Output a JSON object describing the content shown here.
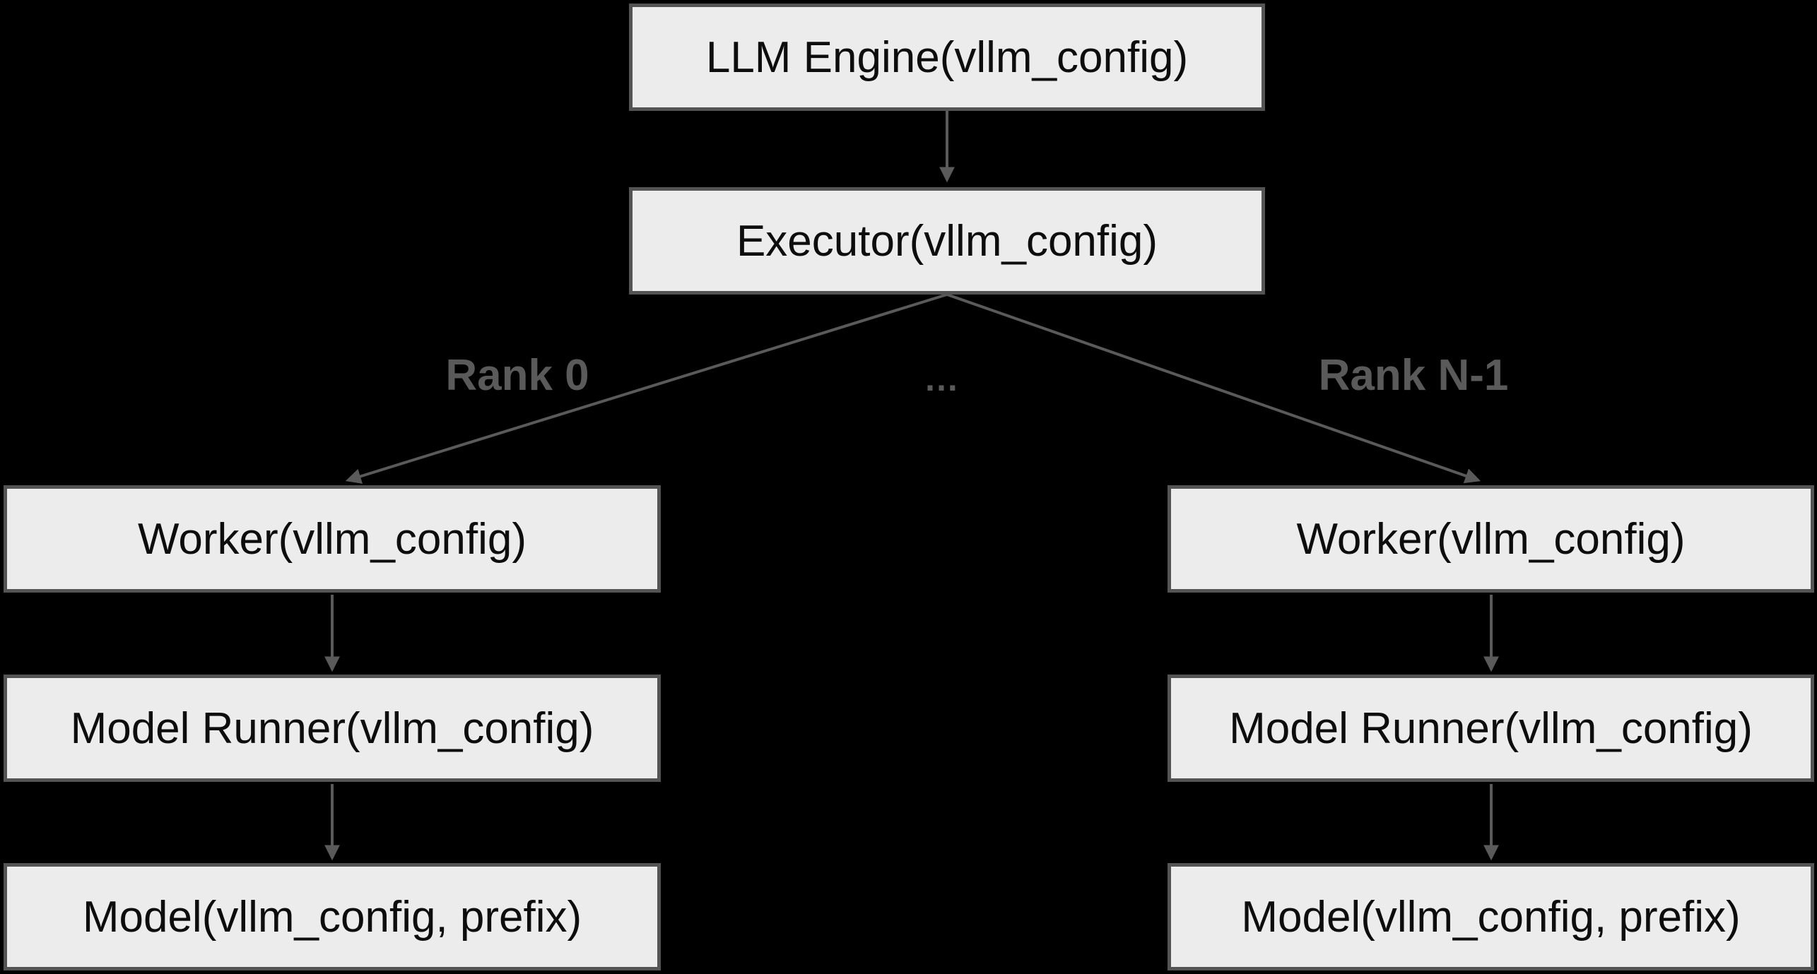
{
  "diagram": {
    "title_hint": "vLLM engine-executor-worker architecture flowchart",
    "colors": {
      "background": "#000000",
      "node_fill": "#ececec",
      "node_border": "#545454",
      "node_text": "#0d0d0d",
      "edge_stroke": "#5a5a5a",
      "edge_label_text": "#5a5a5a"
    },
    "nodes": {
      "engine": {
        "label": "LLM Engine(vllm_config)"
      },
      "executor": {
        "label": "Executor(vllm_config)"
      },
      "worker_left": {
        "label": "Worker(vllm_config)"
      },
      "runner_left": {
        "label": "Model Runner(vllm_config)"
      },
      "model_left": {
        "label": "Model(vllm_config, prefix)"
      },
      "worker_right": {
        "label": "Worker(vllm_config)"
      },
      "runner_right": {
        "label": "Model Runner(vllm_config)"
      },
      "model_right": {
        "label": "Model(vllm_config, prefix)"
      }
    },
    "edge_labels": {
      "rank0": "Rank 0",
      "ellipsis": "…",
      "rankn": "Rank N-1"
    },
    "edges": [
      {
        "from": "engine",
        "to": "executor",
        "label": ""
      },
      {
        "from": "executor",
        "to": "worker_left",
        "label": "Rank 0"
      },
      {
        "from": "executor",
        "to": "worker_right",
        "label": "Rank N-1"
      },
      {
        "from": "worker_left",
        "to": "runner_left",
        "label": ""
      },
      {
        "from": "runner_left",
        "to": "model_left",
        "label": ""
      },
      {
        "from": "worker_right",
        "to": "runner_right",
        "label": ""
      },
      {
        "from": "runner_right",
        "to": "model_right",
        "label": ""
      }
    ]
  }
}
